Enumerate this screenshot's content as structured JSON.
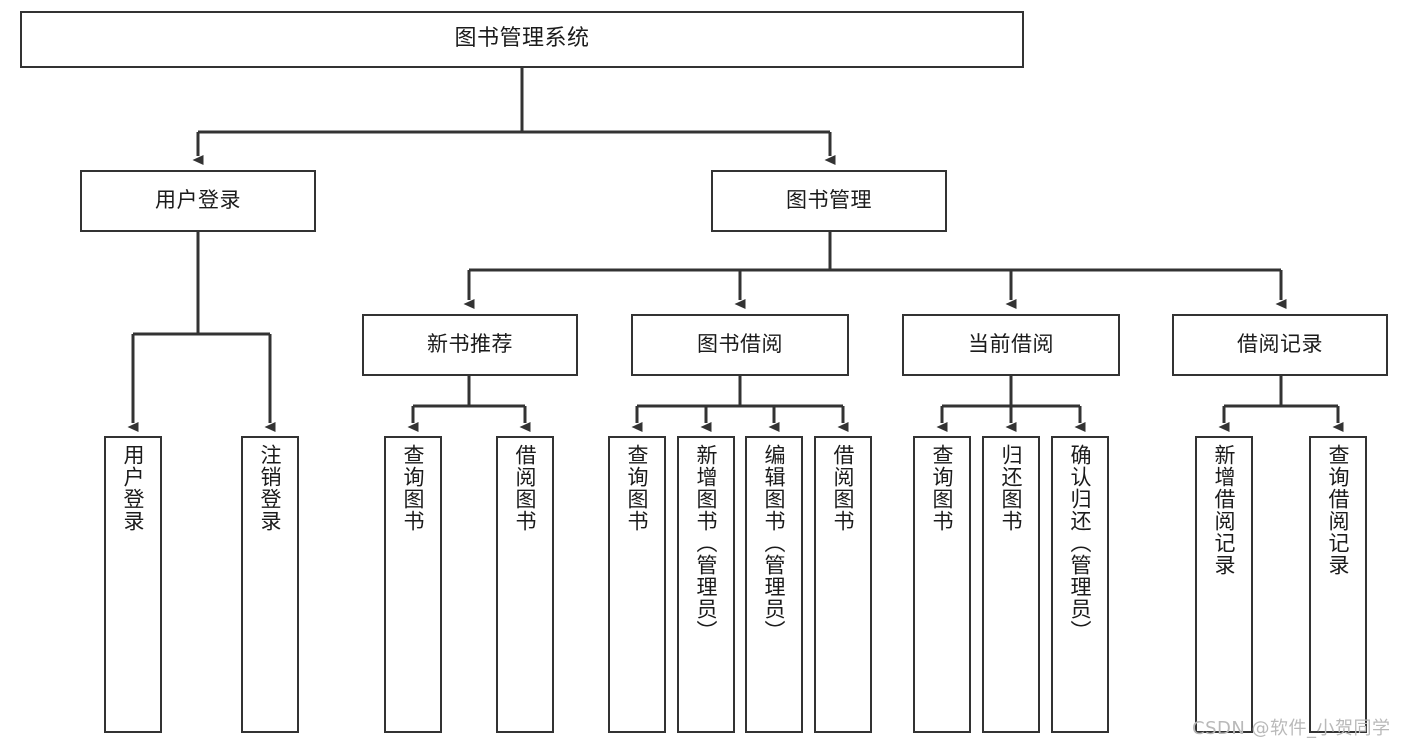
{
  "diagram": {
    "title": "图书管理系统",
    "watermark": "CSDN @软件_小贺同学",
    "colors": {
      "box_border": "#333333",
      "box_fill": "#ffffff",
      "connector": "#333333",
      "text": "#1b1b1b",
      "watermark": "#b9b9b9",
      "background": "#ffffff"
    },
    "root": {
      "label": "图书管理系统"
    },
    "level2": [
      {
        "label": "用户登录"
      },
      {
        "label": "图书管理"
      }
    ],
    "level3": [
      {
        "label": "新书推荐"
      },
      {
        "label": "图书借阅"
      },
      {
        "label": "当前借阅"
      },
      {
        "label": "借阅记录"
      }
    ],
    "leaves": {
      "user_login": [
        {
          "label": "用户登录"
        },
        {
          "label": "注销登录"
        }
      ],
      "new_book_recommend": [
        {
          "label": "查询图书"
        },
        {
          "label": "借阅图书"
        }
      ],
      "book_borrow": [
        {
          "label": "查询图书"
        },
        {
          "label": "新增图书（管理员）"
        },
        {
          "label": "编辑图书（管理员）"
        },
        {
          "label": "借阅图书"
        }
      ],
      "current_borrow": [
        {
          "label": "查询图书"
        },
        {
          "label": "归还图书"
        },
        {
          "label": "确认归还（管理员）"
        }
      ],
      "borrow_record": [
        {
          "label": "新增借阅记录"
        },
        {
          "label": "查询借阅记录"
        }
      ]
    }
  }
}
